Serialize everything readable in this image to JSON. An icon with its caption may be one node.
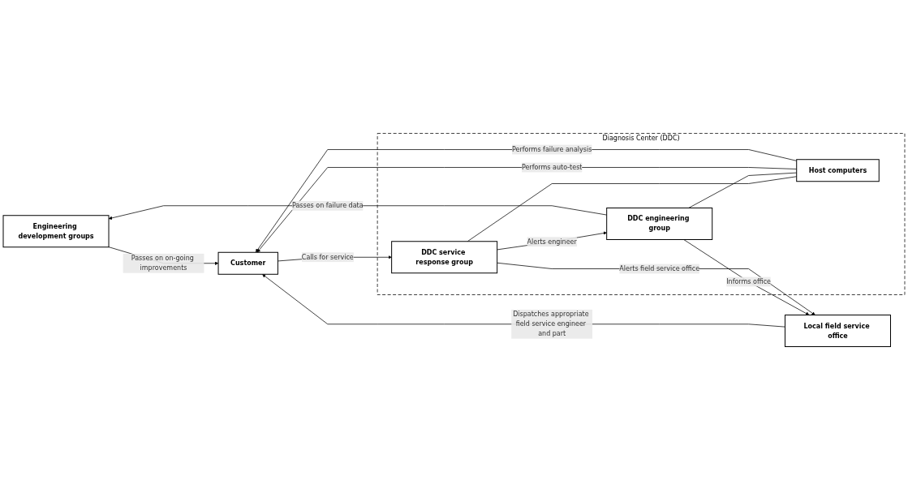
{
  "diagram": {
    "nodes": [
      {
        "text": [
          "Customer"
        ]
      },
      {
        "text": [
          "Diagnosis Center (DDC)"
        ]
      },
      {
        "text": [
          "DDC service response group"
        ],
        "in": 1
      },
      {
        "text": [
          "DDC engineering group"
        ],
        "in": 1
      },
      {
        "text": [
          "Host computers"
        ],
        "in": 1
      },
      {
        "text": [
          "Local field service office"
        ]
      },
      {
        "text": [
          "Engineering development groups"
        ]
      }
    ],
    "edges": [
      {
        "from": 0,
        "to": 2,
        "arrow": "to",
        "label": "Calls for service"
      },
      {
        "from": 2,
        "to": 3,
        "arrow": "to",
        "label": "Alerts engineer"
      },
      {
        "from": 3,
        "to": 5,
        "arrow": "to",
        "label": "Informs office"
      },
      {
        "from": 2,
        "to": 5,
        "arrow": "to",
        "label": "Alerts field service office"
      },
      {
        "from": 3,
        "to": 6,
        "arrow": "to",
        "label": "Passes on failure data"
      },
      {
        "from": 2,
        "to": 4,
        "arrow": "none"
      },
      {
        "from": 3,
        "to": 4,
        "arrow": "none"
      },
      {
        "from": 4,
        "to": 0,
        "arrow": "to",
        "label": "Performs auto-test"
      },
      {
        "from": 4,
        "to": 0,
        "arrow": "to",
        "label": "Performs failure analysis"
      },
      {
        "from": 5,
        "to": 0,
        "arrow": "to",
        "label": "Dispatches appropriate field service engineer and part"
      },
      {
        "from": 6,
        "to": 0,
        "arrow": "to",
        "label": "Passes on on-going improvements"
      }
    ]
  }
}
